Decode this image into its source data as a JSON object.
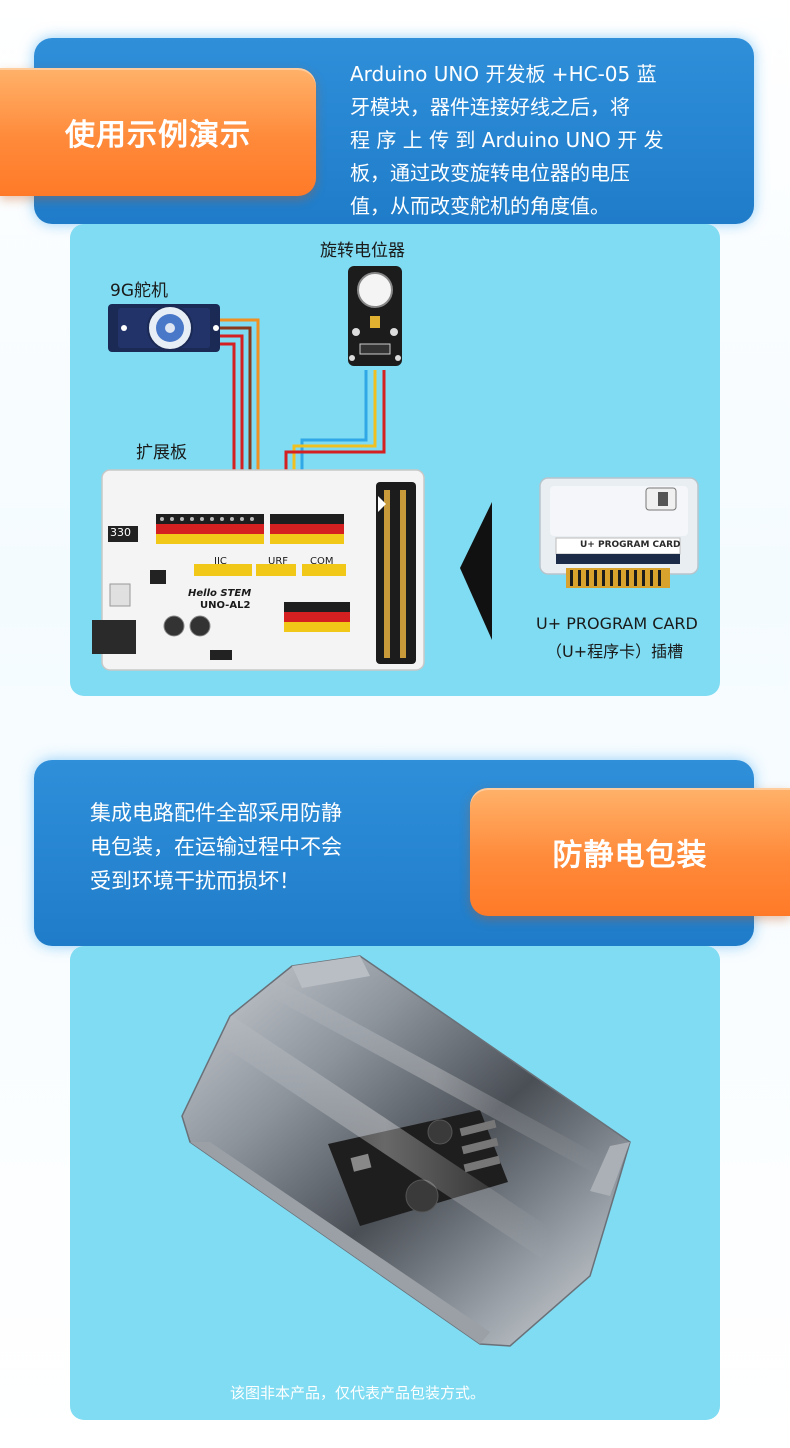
{
  "section1": {
    "pill_title": "使用示例演示",
    "description": [
      "Arduino UNO 开发板 +HC-05 蓝",
      "牙模块，器件连接好线之后，将",
      "程 序 上 传 到 Arduino UNO 开 发",
      "板，通过改变旋转电位器的电压",
      "值，从而改变舵机的角度值。"
    ],
    "labels": {
      "potentiometer": "旋转电位器",
      "servo": "9G舵机",
      "expansion_board": "扩展板",
      "program_card_line1": "U+ PROGRAM CARD",
      "program_card_line2": "（U+程序卡）插槽"
    },
    "board_marks": {
      "brand": "Hello STEM",
      "model": "UNO-AL2",
      "resistor": "330",
      "iic": "IIC",
      "urf": "URF",
      "com": "COM",
      "card_label": "U+ PROGRAM CARD"
    }
  },
  "section2": {
    "pill_title": "防静电包装",
    "description": [
      "集成电路配件全部采用防静",
      "电包装，在运输过程中不会",
      "受到环境干扰而损坏！"
    ],
    "caption": "该图非本产品，仅代表产品包装方式。"
  },
  "colors": {
    "banner_blue": "#2a88d4",
    "pill_orange": "#ff8a3a",
    "panel_cyan": "#7fdcf2",
    "wire_red": "#d42020",
    "wire_yellow": "#f0c020",
    "wire_orange": "#f09020",
    "wire_blue": "#30a8e8",
    "wire_brown": "#8a3a1a"
  }
}
